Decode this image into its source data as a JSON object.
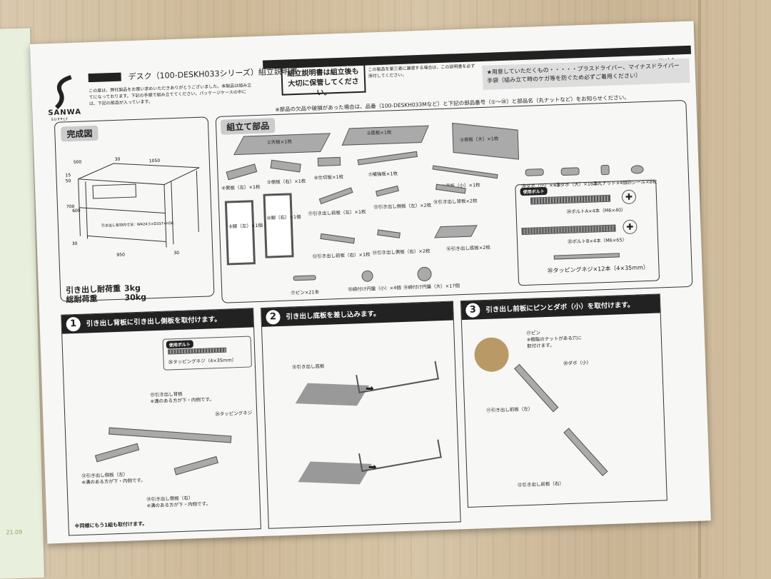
{
  "doc_title": "デスク（100-DESKH033シリーズ）組立説明書",
  "logo": {
    "word": "SANWA",
    "sub": "SUPPLY"
  },
  "notice": "この度は、弊社製品をお買い求めいただきありがとうございました。本製品は組み立てになっております。下記の手順で組み立ててください。パッケージケースの中には、下記の部品が入っています。",
  "keep_line1": "組立説明書は組立後も",
  "keep_line2": "大切に保管してください。",
  "keep_note": "この製品を第三者に譲渡する場合は、この説明書を必ず添付してください。",
  "version": "Ver.1.0",
  "tools_line1": "★用意していただくもの・・・・・プラスドライバー、マイナスドライバー",
  "tools_line2": "手袋（組み立て時のケガ等を防ぐため必ずご着用ください）",
  "completed": {
    "label": "完成図",
    "dims": [
      "500",
      "1050",
      "30",
      "15",
      "50",
      "700",
      "600",
      "30",
      "950",
      "30"
    ],
    "drawer_dims": "引き出し有効内寸法：W424.5×D337×H56",
    "load_label1": "引き出し耐荷重",
    "load_value1": "3kg",
    "load_label2": "総耐荷重",
    "load_value2": "30kg"
  },
  "parts": {
    "label": "組立て部品",
    "note": "※部品の欠品や破損があった場合は、品番（100-DESKH033Mなど）と下記の部品番号（①〜㉖）と部品名（丸ナットなど）をお知らせください。",
    "items": [
      "①天板×1枚",
      "②底板×1枚",
      "③背板（大）×1枚",
      "④側板（左）×1枚",
      "⑤側板（右）×1枚",
      "⑥仕切板×1枚",
      "⑦補強板×1枚",
      "⑧背板（小）×1枚",
      "⑨脚（左）×1個",
      "⑩脚（右）×1個",
      "⑪引き出し前板（左）×1枚",
      "⑬引き出し側板（左）×2枚",
      "⑮引き出し背板×2枚",
      "⑫引き出し前板（右）×1枚",
      "⑭引き出し側板（右）×2枚",
      "⑯引き出し底板×2枚",
      "⑰ピン×21本",
      "⑱締付け円盤（小）×4個",
      "⑲締付け円盤（大）×17個",
      "⑳ダボ（小）×4本",
      "㉑ダボ（大）×16本",
      "㉒丸ナット×4個",
      "㉓シール×8枚"
    ],
    "bolt_tag": "使用ボルト",
    "bolts": [
      "㉔ボルトA×4本（M6×40）",
      "㉕ボルトB×4本（M6×65）",
      "㉖タッピングネジ×12本（4×35mm）"
    ]
  },
  "steps": [
    {
      "num": "1",
      "title": "引き出し背板に引き出し側板を取付けます。",
      "bolt_tag": "使用ボルト",
      "screw": "㉖タッピングネジ（4×35mm）",
      "labels": [
        "⑮引き出し背板",
        "※溝のある方が下・内側です。",
        "㉖タッピングネジ",
        "⑬引き出し側板（左）",
        "※溝のある方が下・内側です。",
        "⑭引き出し側板（右）",
        "※溝のある方が下・内側です。"
      ],
      "footer": "※同様にもう1組も取付けます。"
    },
    {
      "num": "2",
      "title": "引き出し底板を差し込みます。",
      "labels": [
        "⑯引き出し底板"
      ]
    },
    {
      "num": "3",
      "title": "引き出し前板にピンとダボ（小）を取付けます。",
      "labels": [
        "⑰ピン",
        "※樹脂のナットがある穴に",
        "取付けます。",
        "⑳ダボ（小）",
        "⑪引き出し前板（左）",
        "⑫引き出し前板（右）"
      ]
    }
  ],
  "green_sheet_text": "21.09"
}
